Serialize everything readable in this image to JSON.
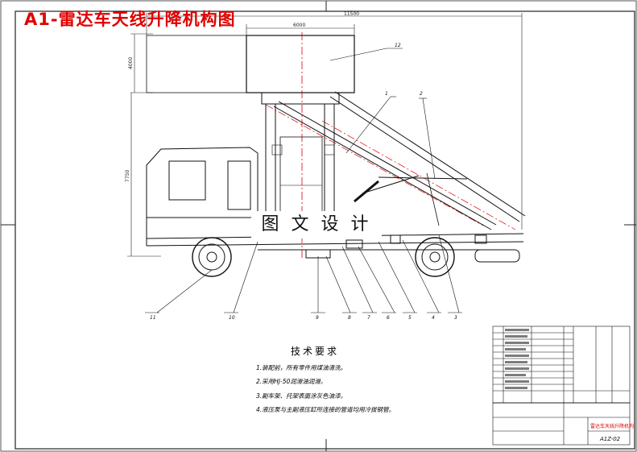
{
  "title": "A1-雷达车天线升降机构图",
  "watermark": "图 文 设 计",
  "dimensions": {
    "top_width": "11500",
    "box_width": "6000",
    "box_height": "4000",
    "total_height": "7750"
  },
  "balloons": [
    "1",
    "2",
    "3",
    "4",
    "5",
    "6",
    "7",
    "8",
    "9",
    "10",
    "11",
    "12"
  ],
  "notes": {
    "heading": "技术要求",
    "items": [
      "1.装配前，所有零件用煤油清洗。",
      "2.采用HJ-50润滑油润滑。",
      "3.副车架、托架表面涂灰色油漆。",
      "4.液压泵与主副液压缸所连接的管道均用冷拔钢管。"
    ]
  },
  "title_block": {
    "drawing_no": "A1Z-02",
    "name": "雷达车天线升降机构"
  }
}
